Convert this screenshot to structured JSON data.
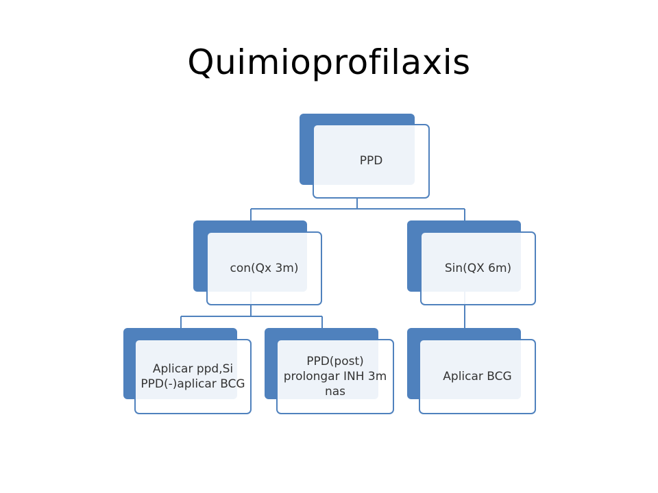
{
  "title": "Quimioprofilaxis",
  "colors": {
    "accent": "#4f81bd",
    "text": "#333333",
    "connector": "#4f81bd"
  },
  "nodes": {
    "root": {
      "label": "PPD"
    },
    "left": {
      "label": "con(Qx 3m)"
    },
    "right": {
      "label": "Sin(QX 6m)"
    },
    "left_a": {
      "label": "Aplicar ppd,Si PPD(-)aplicar BCG"
    },
    "left_b": {
      "label": "PPD(post) prolongar INH 3m nas"
    },
    "right_a": {
      "label": "Aplicar BCG"
    }
  }
}
